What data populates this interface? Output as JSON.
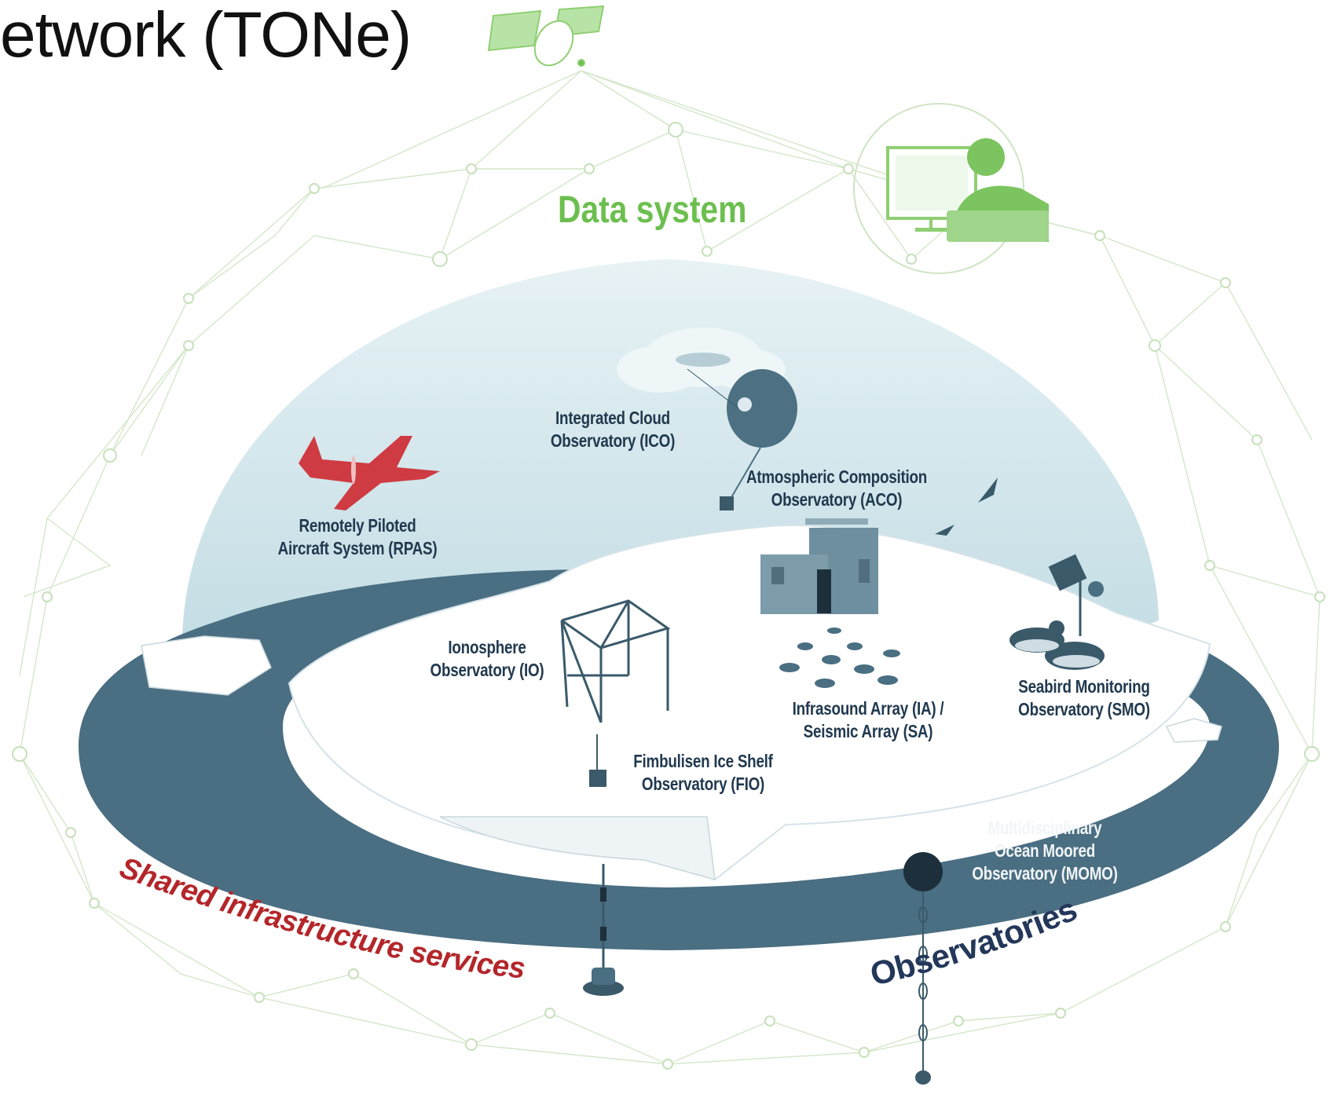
{
  "title": "etwork (TONe)",
  "sections": {
    "data_system": "Data system",
    "shared_infrastructure": "Shared infrastructure services",
    "observatories": "Observatories"
  },
  "observatories": {
    "ico": [
      "Integrated Cloud",
      "Observatory (ICO)"
    ],
    "aco": [
      "Atmospheric Composition",
      "Observatory (ACO)"
    ],
    "rpas": [
      "Remotely Piloted",
      "Aircraft System (RPAS)"
    ],
    "io": [
      "Ionosphere",
      "Observatory (IO)"
    ],
    "ia_sa": [
      "Infrasound Array (IA) /",
      "Seismic Array (SA)"
    ],
    "smo": [
      "Seabird Monitoring",
      "Observatory (SMO)"
    ],
    "fio": [
      "Fimbulisen Ice Shelf",
      "Observatory (FIO)"
    ],
    "momo": [
      "Multidisciplinary",
      "Ocean Moored",
      "Observatory  (MOMO)"
    ]
  },
  "colors": {
    "ocean_ring": "#4a6e82",
    "dome": "#cfe5ea",
    "ice": "#ffffff",
    "network_lines": "#cfe4c4",
    "data_system_green": "#6cbf4f",
    "shared_red": "#b3262a",
    "observatories_navy": "#23375a",
    "rpas_red": "#cf3b42",
    "balloon": "#4d7183"
  },
  "icons": [
    "satellite-icon",
    "computer-user-icon",
    "aircraft-icon",
    "balloon-icon",
    "station-building-icon",
    "antenna-array-icon",
    "sensor-pods-icon",
    "solar-panel-icon",
    "seabird-icon",
    "mooring-buoy-icon"
  ]
}
